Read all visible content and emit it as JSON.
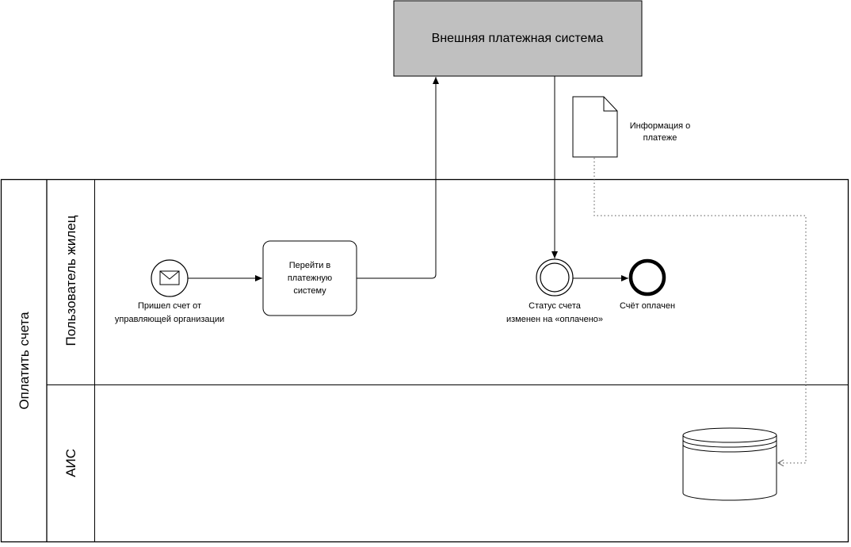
{
  "external_system": {
    "label": "Внешняя платежная система"
  },
  "data_object": {
    "label_line1": "Информация о",
    "label_line2": "платеже"
  },
  "pool": {
    "label": "Оплатить счета"
  },
  "lanes": {
    "user": {
      "label": "Пользователь жилец"
    },
    "ais": {
      "label": "АИС"
    }
  },
  "start_event": {
    "label_line1": "Пришел счет от",
    "label_line2": "управляющей организации"
  },
  "task": {
    "label_line1": "Перейти в",
    "label_line2": "платежную",
    "label_line3": "систему"
  },
  "intermediate_event": {
    "label_line1": "Статус счета",
    "label_line2": "изменен на «оплачено»"
  },
  "end_event": {
    "label": "Счёт оплачен"
  },
  "colors": {
    "external_fill": "#c0c0c0",
    "stroke": "#000000",
    "dotted_flow": "#555555"
  }
}
